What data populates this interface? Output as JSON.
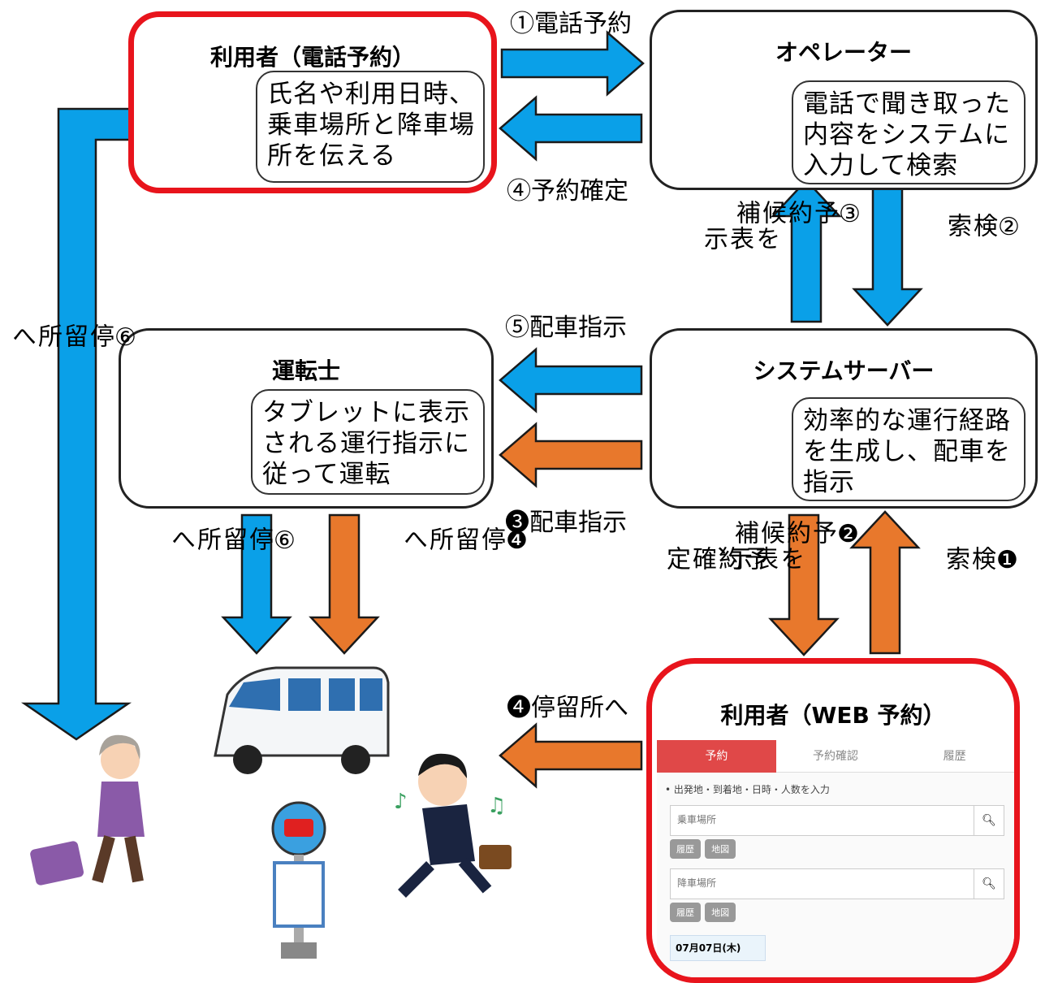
{
  "colors": {
    "blue": "#0aa0e8",
    "orange": "#e8782c",
    "red": "#e8141c",
    "outline": "#1a1a1a"
  },
  "phone_user": {
    "title": "利用者（電話予約）",
    "bubble": [
      "氏名や利用日時、",
      "乗車場所と降車場",
      "所を伝える"
    ]
  },
  "operator": {
    "title": "オペレーター",
    "bubble": [
      "電話で聞き取った",
      "内容をシステムに",
      "入力して検索"
    ]
  },
  "server": {
    "title": "システムサーバー",
    "bubble": [
      "効率的な運行経路",
      "を生成し、配車を",
      "指示"
    ]
  },
  "driver": {
    "title": "運転士",
    "bubble": [
      "タブレットに表示",
      "される運行指示に",
      "従って運転"
    ]
  },
  "web_user": {
    "title": "利用者（WEB 予約）",
    "tabs": [
      "予約",
      "予約確認",
      "履歴"
    ],
    "section_heading": "• 出発地・到着地・日時・人数を入力",
    "pickup_placeholder": "乗車場所",
    "dropoff_placeholder": "降車場所",
    "chip_labels": [
      "履歴",
      "地図"
    ],
    "date": "07月07日(木)"
  },
  "labels": {
    "step1": "①電話予約",
    "step4": "④予約確定",
    "step5": "⑤配車指示",
    "step3w": "❸配車指示",
    "step4w": "❹停留所へ",
    "step3_v1": "③\n予\n約\n候\n補",
    "step3_v2": "を\n表\n示",
    "step2_v": "②\n検\n索",
    "step6_left": "⑥\n停\n留\n所\nへ",
    "step6_mid": "⑥\n停\n留\n所\nへ",
    "step4w_v": "❹\n停\n留\n所\nへ",
    "step2w_v1": "❷\n予\n約\n候\n補",
    "step2w_v2": "を\n表\n示\n、",
    "step2w_v3": "予\n約\n確\n定",
    "step1w_v": "❶\n検\n索"
  }
}
